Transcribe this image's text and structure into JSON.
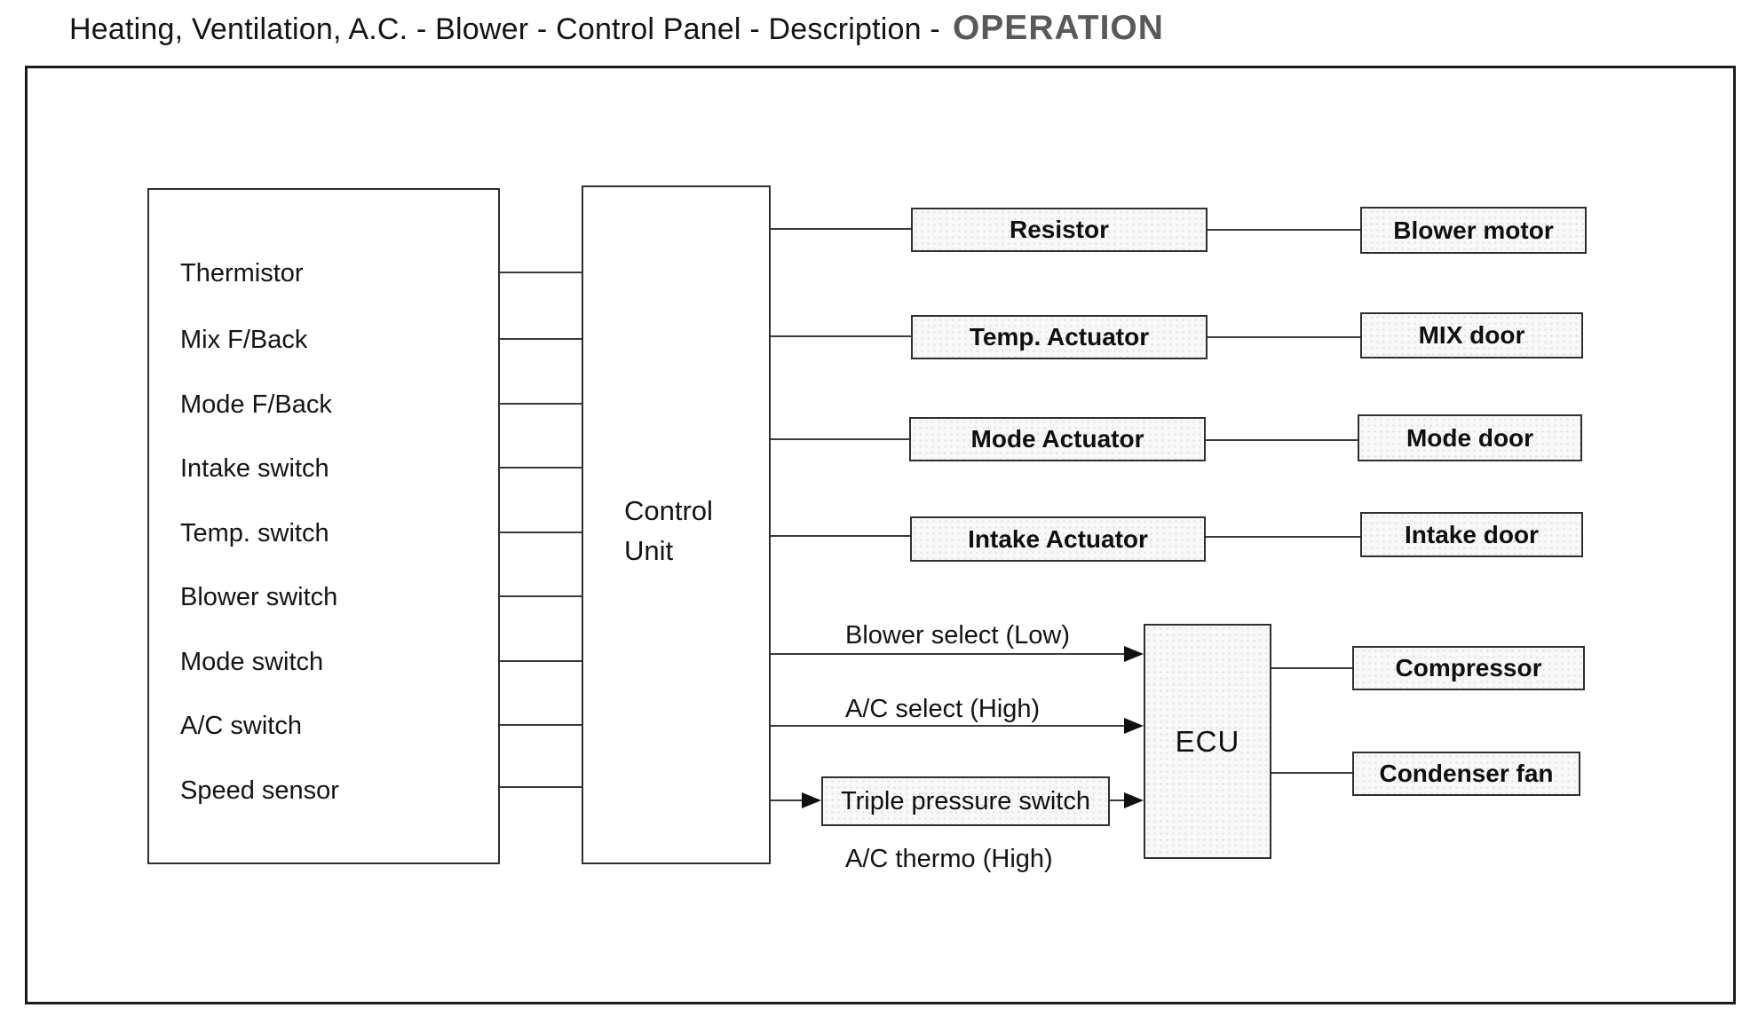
{
  "title": {
    "prefix": "Heating, Ventilation, A.C. - Blower - Control Panel - Description -",
    "emphasis": "OPERATION"
  },
  "colors": {
    "emphasis_text": "#595959",
    "line": "#3a3a3a",
    "box_border": "#2f2f2f",
    "box_fill": "#f8f8f8"
  },
  "left_panel": {
    "inputs": [
      "Thermistor",
      "Mix F/Back",
      "Mode F/Back",
      "Intake switch",
      "Temp. switch",
      "Blower switch",
      "Mode switch",
      "A/C switch",
      "Speed sensor"
    ]
  },
  "control_unit": {
    "label": "Control\nUnit"
  },
  "actuator_rows": [
    {
      "mid": "Resistor",
      "end": "Blower motor"
    },
    {
      "mid": "Temp. Actuator",
      "end": "MIX door"
    },
    {
      "mid": "Mode Actuator",
      "end": "Mode door"
    },
    {
      "mid": "Intake Actuator",
      "end": "Intake door"
    }
  ],
  "ecu": {
    "label": "ECU",
    "signals": [
      {
        "label": "Blower select (Low)"
      },
      {
        "label": "A/C select (High)"
      }
    ],
    "pressure_switch": "Triple pressure switch",
    "thermo_note": "A/C thermo (High)",
    "outputs": [
      "Compressor",
      "Condenser fan"
    ]
  }
}
